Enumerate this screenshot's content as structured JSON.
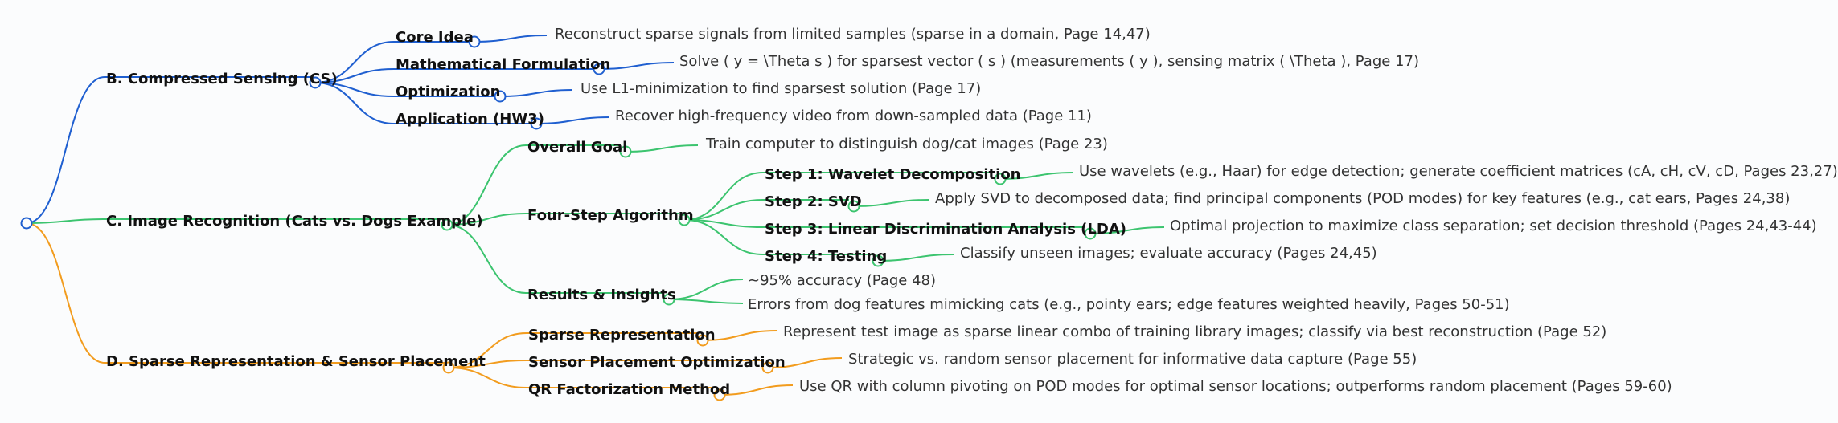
{
  "colors": {
    "blue": "#1f5fd0",
    "green": "#3cc46f",
    "orange": "#f29c1e"
  },
  "nodes": {
    "cs": {
      "label": "B. Compressed Sensing (CS)",
      "children": [
        {
          "label": "Core Idea",
          "detail": "Reconstruct sparse signals from limited samples (sparse in a domain, Page 14,47)"
        },
        {
          "label": "Mathematical Formulation",
          "detail": "Solve ( y = \\Theta s ) for sparsest vector ( s ) (measurements ( y ), sensing matrix ( \\Theta ), Page 17)"
        },
        {
          "label": "Optimization",
          "detail": "Use L1-minimization to find sparsest solution (Page 17)"
        },
        {
          "label": "Application (HW3)",
          "detail": "Recover high-frequency video from down-sampled data (Page 11)"
        }
      ]
    },
    "ir": {
      "label": "C. Image Recognition (Cats vs. Dogs Example)",
      "goal": {
        "label": "Overall Goal",
        "detail": "Train computer to distinguish dog/cat images (Page 23)"
      },
      "algo": {
        "label": "Four-Step Algorithm",
        "steps": [
          {
            "label": "Step 1: Wavelet Decomposition",
            "detail": "Use wavelets (e.g., Haar) for edge detection; generate coefficient matrices (cA, cH, cV, cD, Pages 23,27)"
          },
          {
            "label": "Step 2: SVD",
            "detail": "Apply SVD to decomposed data; find principal components (POD modes) for key features (e.g., cat ears, Pages 24,38)"
          },
          {
            "label": "Step 3: Linear Discrimination Analysis (LDA)",
            "detail": "Optimal projection to maximize class separation; set decision threshold (Pages 24,43-44)"
          },
          {
            "label": "Step 4: Testing",
            "detail": "Classify unseen images; evaluate accuracy (Pages 24,45)"
          }
        ]
      },
      "results": {
        "label": "Results & Insights",
        "items": [
          "~95% accuracy (Page 48)",
          "Errors from dog features mimicking cats (e.g., pointy ears; edge features weighted heavily, Pages 50-51)"
        ]
      }
    },
    "sr": {
      "label": "D. Sparse Representation & Sensor Placement",
      "children": [
        {
          "label": "Sparse Representation",
          "detail": "Represent test image as sparse linear combo of training library images; classify via best reconstruction (Page 52)"
        },
        {
          "label": "Sensor Placement Optimization",
          "detail": "Strategic vs. random sensor placement for informative data capture (Page 55)"
        },
        {
          "label": "QR Factorization Method",
          "detail": "Use QR with column pivoting on POD modes for optimal sensor locations; outperforms random placement (Pages 59-60)"
        }
      ]
    }
  }
}
